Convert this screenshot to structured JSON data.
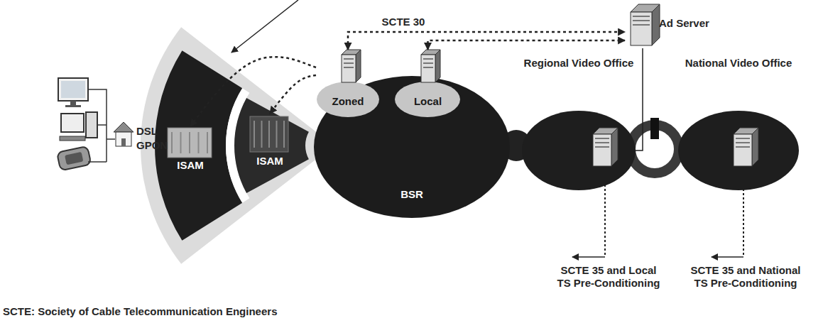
{
  "diagram": {
    "nodes": [
      {
        "text": [
          "ISAM"
        ]
      },
      {
        "text": [
          "ISAM"
        ]
      },
      {
        "text": [
          "Zoned"
        ]
      },
      {
        "text": [
          "Local"
        ]
      },
      {
        "text": [
          "BSR"
        ]
      },
      {
        "text": [
          "Ad Server"
        ]
      },
      {
        "text": [
          "Regional Video Office"
        ]
      },
      {
        "text": [
          "National Video Office"
        ]
      }
    ],
    "edges": [
      {
        "from": 2,
        "to": 0,
        "arrow": "to"
      },
      {
        "from": 2,
        "to": 1,
        "arrow": "to"
      },
      {
        "from": 2,
        "to": 5,
        "label": "SCTE 30",
        "arrow": "both"
      },
      {
        "from": 3,
        "to": 5,
        "arrow": "both"
      },
      {
        "from": 6,
        "to": 5,
        "arrow": "none"
      }
    ],
    "labels": [
      "DSL",
      "GPON",
      "SCTE 35 and Local TS Pre-Conditioning",
      "SCTE 35 and National TS Pre-Conditioning",
      "SCTE: Society of Cable Telecommunication Engineers"
    ]
  }
}
